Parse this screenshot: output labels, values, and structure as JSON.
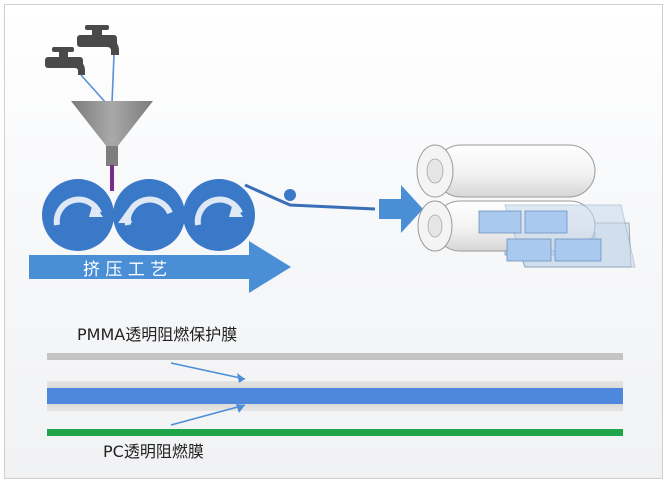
{
  "process_label": "挤 压 工 艺",
  "film_top_label": "PMMA透明阻燃保护膜",
  "film_bottom_label": "PC透明阻燃膜",
  "colors": {
    "roller_blue": "#3a78c8",
    "arrow_blue": "#4a8ed6",
    "funnel_gray": "#8c8c8c",
    "film_gray": "#c4c4c4",
    "film_blue": "#4d88dc",
    "film_green": "#1fa64a"
  },
  "icons": [
    "faucet-icon",
    "faucet-icon",
    "funnel-icon",
    "roller-icon",
    "film-roll-icon"
  ]
}
